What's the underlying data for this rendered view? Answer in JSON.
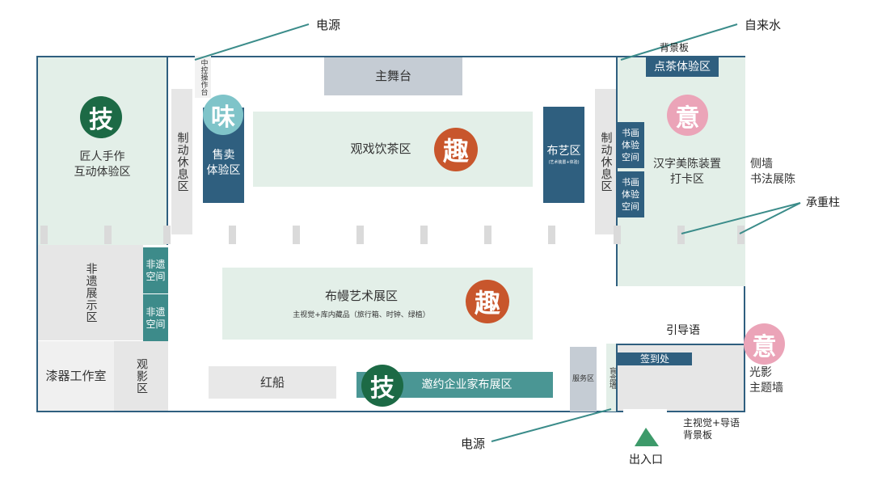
{
  "colors": {
    "teal_line": "#3b8c8a",
    "navy": "#2f5f7f",
    "teal": "#3d8b8a",
    "light_green": "#e3efe8",
    "gray": "#e6e6e6",
    "badge_ji": "#1c6a45",
    "badge_wei": "#7fc4c9",
    "badge_qu": "#c8562c",
    "badge_yi": "#eba4b8"
  },
  "callouts": {
    "power_top": "电源",
    "tap_water": "自来水",
    "backdrop": "背景板",
    "load_columns": "承重柱",
    "guide_text": "引导语",
    "power_bottom": "电源",
    "entrance": "出入口",
    "main_visual": "主视觉+导语\n背景板"
  },
  "zones": {
    "artisan": "匠人手作\n互动体验区",
    "control_room": "中控操作台",
    "main_stage": "主舞台",
    "theater_tea": "观戏饮茶区",
    "sale_tasting": "售卖\n体验区",
    "rest_left": "制动休息区",
    "cloth_art": "布艺区",
    "cloth_art_sub": "(艺术装置+体验)",
    "rest_right": "制动休息区",
    "tea_point": "点茶体验区",
    "calligraphy_1": "书画\n体验\n空间",
    "calligraphy_2": "书画\n体验\n空间",
    "hanzi_checkin": "汉字美陈装置\n打卡区",
    "side_wall": "侧墙\n书法展陈",
    "heritage_show": "非遗展示区",
    "heritage_space_1": "非遗\n空间",
    "heritage_space_2": "非遗\n空间",
    "curtain_art": "布幔艺术展区",
    "curtain_art_sub": "主视觉+库内藏品（旅行箱、时钟、绿植）",
    "lacquer": "漆器工作室",
    "film": "观影区",
    "red_boat": "红船",
    "enterprise": "邀约企业家布展区",
    "service": "服务区",
    "blind_box": "盲盒墙",
    "signin": "签到处",
    "light_wall": "光影\n主题墙"
  },
  "badges": {
    "ji_top": "技",
    "wei": "味",
    "qu_top": "趣",
    "qu_mid": "趣",
    "yi_top": "意",
    "yi_bottom": "意",
    "ji_bottom": "技"
  }
}
